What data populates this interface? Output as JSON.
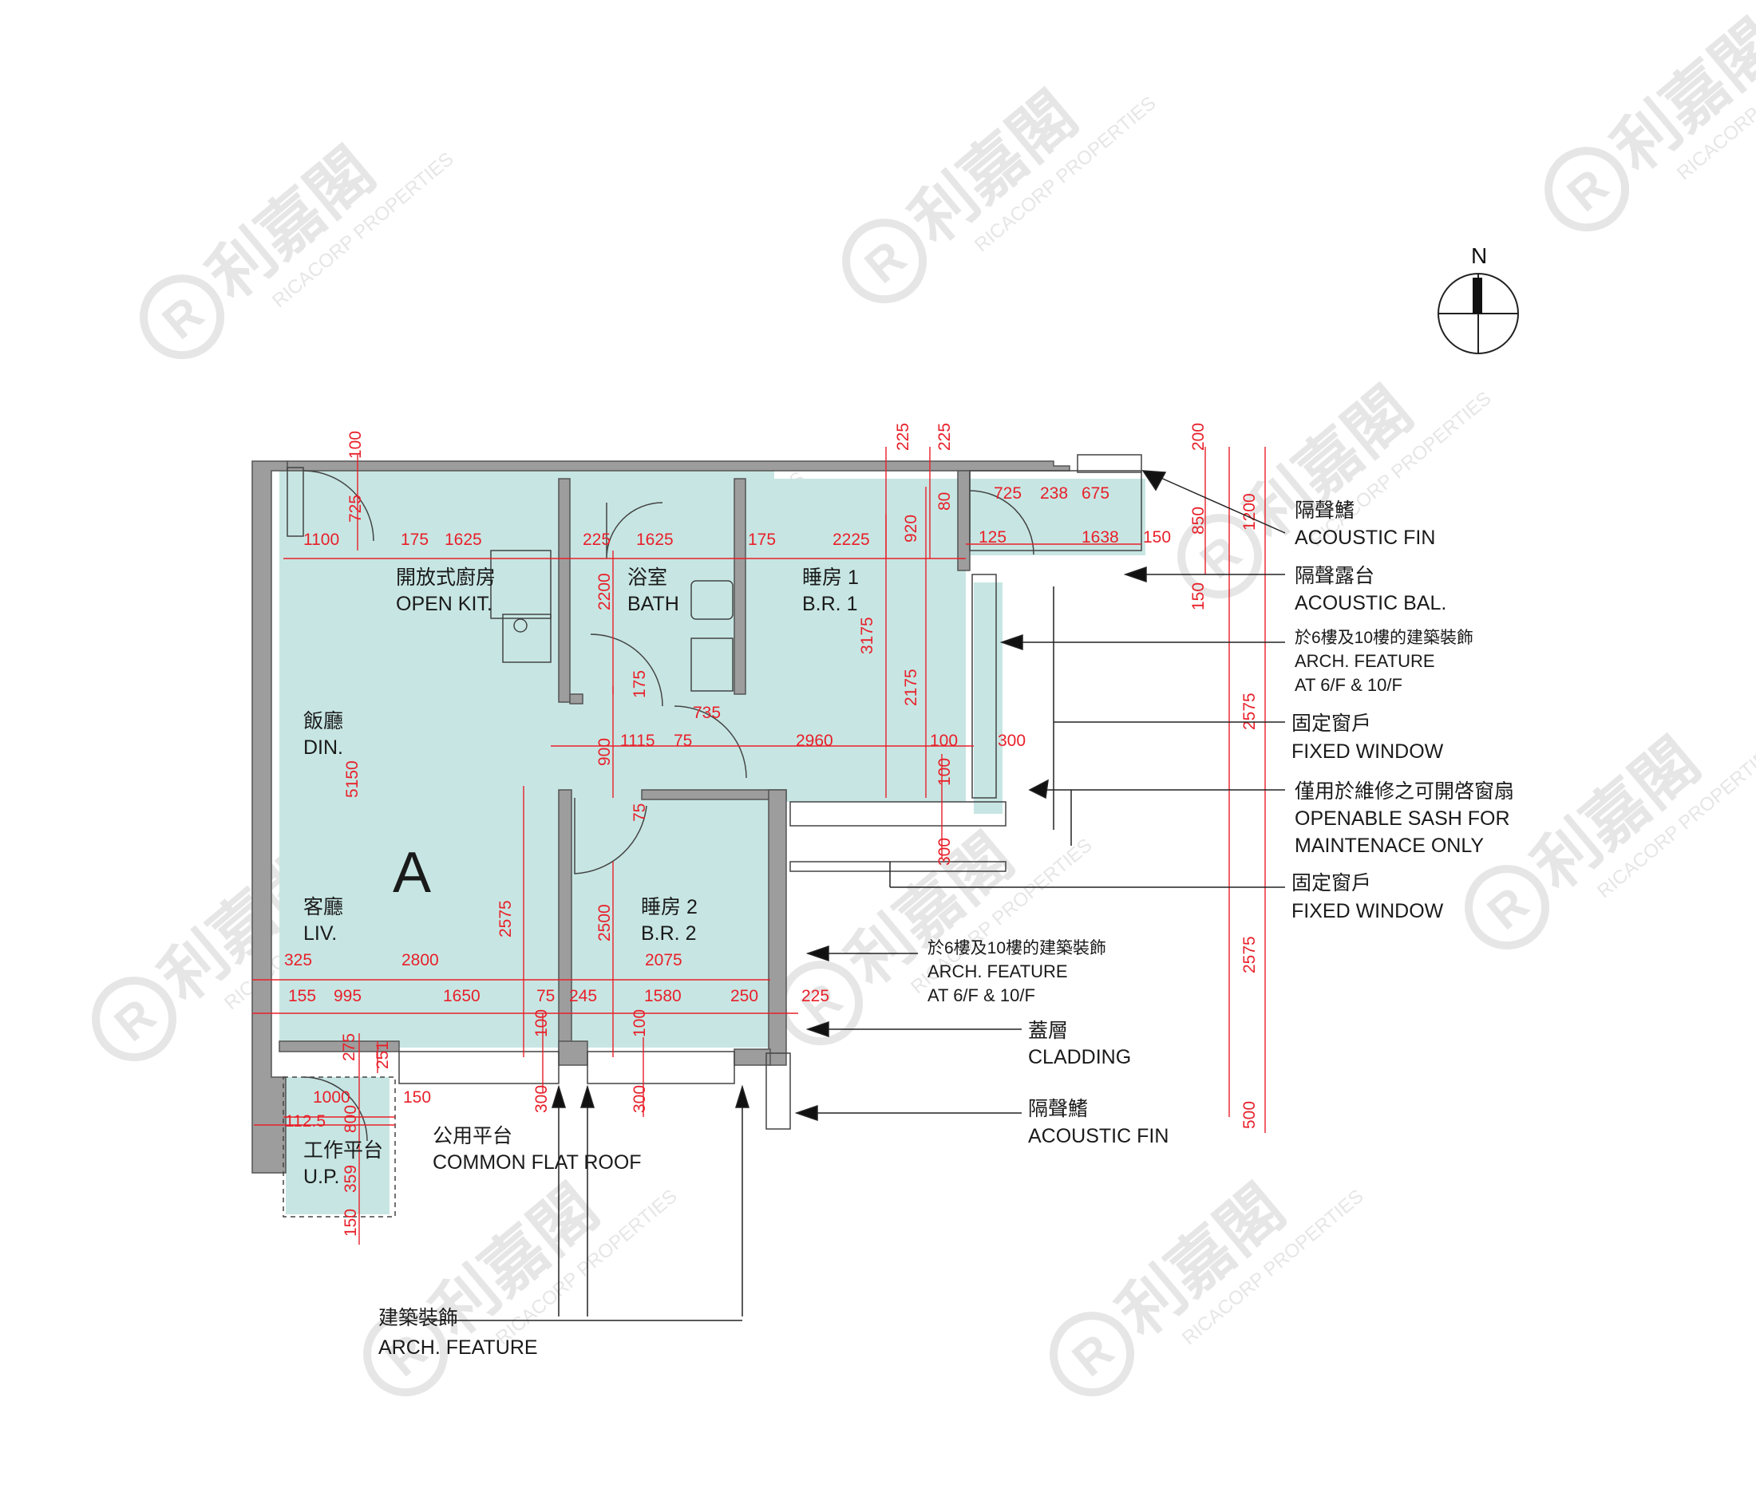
{
  "unit_label": "A",
  "north_label": "N",
  "watermark": {
    "cn": "利嘉閣",
    "en": "RICACORP PROPERTIES",
    "mark": "R"
  },
  "rooms": {
    "open_kitchen_cn": "開放式廚房",
    "open_kitchen_en": "OPEN KIT.",
    "bath_cn": "浴室",
    "bath_en": "BATH",
    "br1_cn": "睡房 1",
    "br1_en": "B.R. 1",
    "dining_cn": "飯廳",
    "dining_en": "DIN.",
    "living_cn": "客廳",
    "living_en": "LIV.",
    "br2_cn": "睡房 2",
    "br2_en": "B.R. 2",
    "utility_cn": "工作平台",
    "utility_en": "U.P.",
    "flat_roof_cn": "公用平台",
    "flat_roof_en": "COMMON FLAT ROOF"
  },
  "callouts": {
    "acoustic_fin_cn": "隔聲鰭",
    "acoustic_fin_en": "ACOUSTIC FIN",
    "acoustic_bal_cn": "隔聲露台",
    "acoustic_bal_en": "ACOUSTIC BAL.",
    "arch_feature_floors_cn": "於6樓及10樓的建築裝飾",
    "arch_feature_en": "ARCH. FEATURE",
    "arch_feature_floors_en": "AT 6/F & 10/F",
    "fixed_window_cn": "固定窗戶",
    "fixed_window_en": "FIXED WINDOW",
    "openable_sash_cn": "僅用於維修之可開啓窗扇",
    "openable_sash_en_1": "OPENABLE SASH FOR",
    "openable_sash_en_2": "MAINTENACE ONLY",
    "cladding_cn": "蓋層",
    "cladding_en": "CLADDING",
    "arch_feature_cn": "建築裝飾"
  },
  "dimensions": {
    "d100a": "100",
    "d725": "725",
    "d1100": "1100",
    "d175a": "175",
    "d1625a": "1625",
    "d225a": "225",
    "d1625b": "1625",
    "d175b": "175",
    "d2225": "2225",
    "d225top1": "225",
    "d225top2": "225",
    "d920": "920",
    "d80": "80",
    "d725b": "725",
    "d238": "238",
    "d675": "675",
    "d125": "125",
    "d1638": "1638",
    "d150a": "150",
    "d200": "200",
    "d1200": "1200",
    "d850": "850",
    "d150b": "150",
    "d2200": "2200",
    "d3175": "3175",
    "d175c": "175",
    "d735": "735",
    "d2175": "2175",
    "d900": "900",
    "d1115": "1115",
    "d75a": "75",
    "d2960": "2960",
    "d100b": "100",
    "d300a": "300",
    "d100c": "100",
    "d75b": "75",
    "d300b": "300",
    "d2575a": "2575",
    "d5150": "5150",
    "d2575b": "2575",
    "d2500": "2500",
    "d325": "325",
    "d2800": "2800",
    "d2075": "2075",
    "d155": "155",
    "d995": "995",
    "d1650": "1650",
    "d75c": "75",
    "d245": "245",
    "d1580": "1580",
    "d250": "250",
    "d225b": "225",
    "d100d": "100",
    "d100e": "100",
    "d275": "275",
    "d251": "251",
    "d1000": "1000",
    "d150c": "150",
    "d112_5": "112.5",
    "d800": "800",
    "d359": "359",
    "d150d": "150",
    "d300c": "300",
    "d300d": "300",
    "d2575c": "2575",
    "d500": "500"
  },
  "colors": {
    "floor": "#c7e6e3",
    "wall": "#9d9d9d",
    "dimension": "#e8202a",
    "watermark": "#e6e6e6"
  }
}
